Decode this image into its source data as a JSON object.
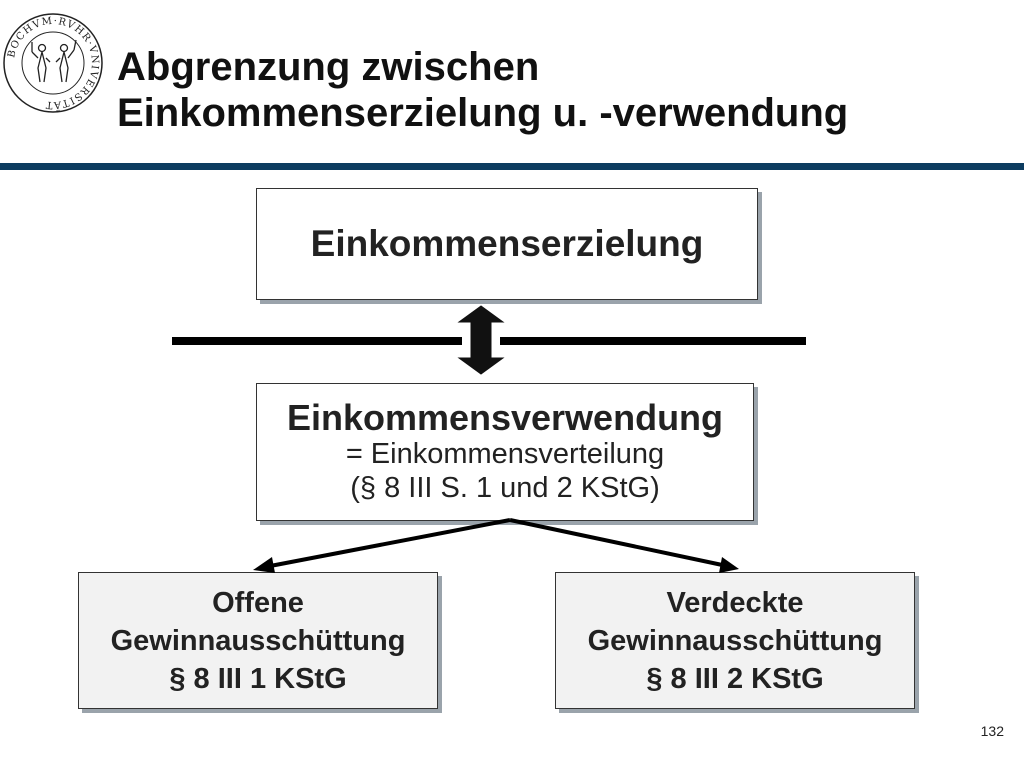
{
  "title": {
    "line1": "Abgrenzung zwischen",
    "line2": "Einkommenserzielung u. -verwendung"
  },
  "logo": {
    "ring_text": "BOCHVM·RVHR·VNIVERSITÄT"
  },
  "diagram": {
    "top_box": {
      "label": "Einkommenserzielung"
    },
    "middle_box": {
      "heading": "Einkommensverwendung",
      "line2": "= Einkommensverteilung",
      "line3": "(§ 8 III S. 1 und 2 KStG)"
    },
    "left_box": {
      "line1": "Offene",
      "line2": "Gewinnausschüttung",
      "line3": "§ 8 III 1 KStG"
    },
    "right_box": {
      "line1": "Verdeckte",
      "line2": "Gewinnausschüttung",
      "line3": "§ 8 III 2 KStG"
    }
  },
  "colors": {
    "rule": "#0d3c60",
    "shadow": "#9aa3ab",
    "box_fill_lower": "#f2f2f2"
  },
  "page_number": "132"
}
